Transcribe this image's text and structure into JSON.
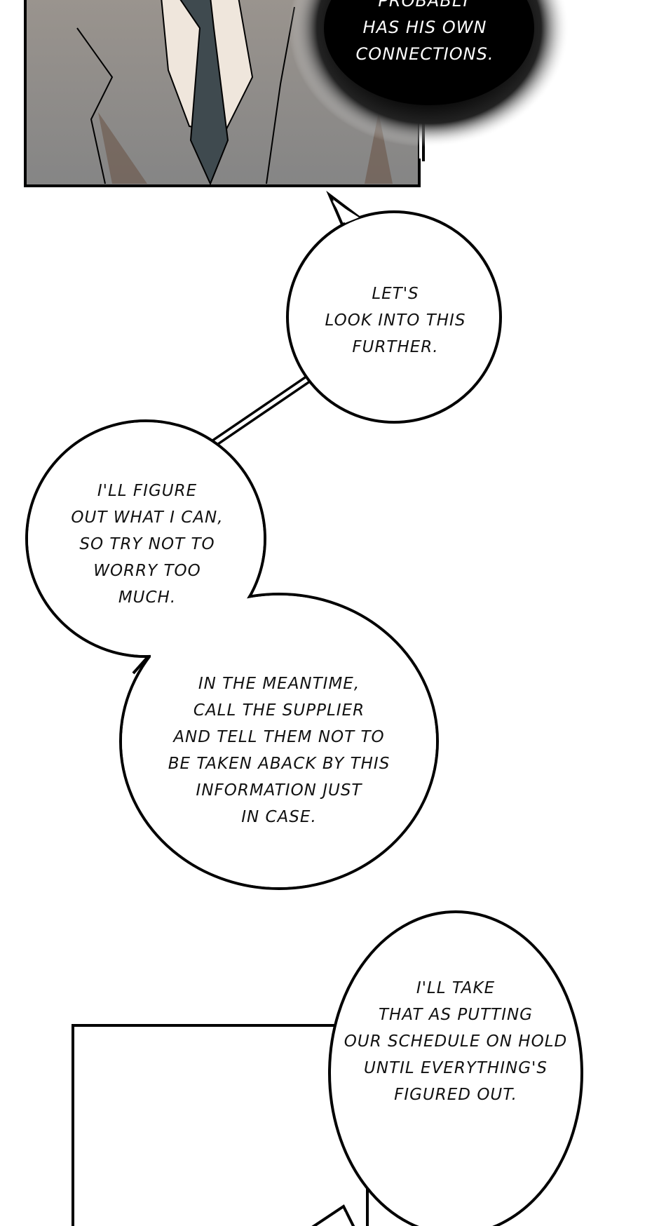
{
  "panel_top": {
    "burst_lines": [
      "PROBABLY",
      "HAS HIS OWN",
      "CONNECTIONS."
    ]
  },
  "bubbles": [
    {
      "lines": [
        "LET'S",
        "LOOK INTO THIS",
        "FURTHER."
      ]
    },
    {
      "lines": [
        "I'LL FIGURE",
        "OUT WHAT I CAN,",
        "SO TRY NOT TO",
        "WORRY TOO",
        "MUCH."
      ]
    },
    {
      "lines": [
        "IN THE MEANTIME,",
        "CALL THE SUPPLIER",
        "AND TELL THEM NOT TO",
        "BE TAKEN ABACK BY THIS",
        "INFORMATION JUST",
        "IN CASE."
      ]
    },
    {
      "lines": [
        "I'LL TAKE",
        "THAT AS PUTTING",
        "OUR SCHEDULE ON HOLD",
        "UNTIL EVERYTHING'S",
        "FIGURED OUT."
      ]
    }
  ],
  "colors": {
    "suit": "#8a8a8a",
    "shirt": "#efe6dc",
    "tie": "#3f4a4f",
    "ink": "#000000"
  }
}
